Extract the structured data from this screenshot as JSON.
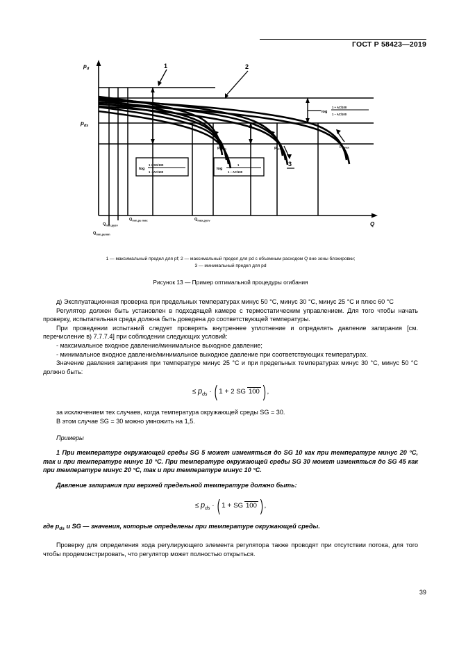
{
  "header": {
    "standard": "ГОСТ Р 58423—2019"
  },
  "figure": {
    "axis_y_top": "pd",
    "axis_y_mid": "pds",
    "axis_x": "Q",
    "callouts": [
      "1",
      "2",
      "3"
    ],
    "curve_labels": [
      "pumin",
      "pусv",
      "pumax"
    ],
    "formula_left": {
      "log": "log",
      "num": "1 + SG/100",
      "den": "1 – AC/100"
    },
    "formula_mid": {
      "log": "log",
      "num": "1",
      "den": "1 – AC/100"
    },
    "formula_right": {
      "log": "log",
      "num": "1 + AC/100",
      "den": "1 – AC/100"
    },
    "x_ticks": [
      "Qmin,pumin",
      "Qmin,pusv",
      "Qmin,pumax",
      "Qmax,pusv"
    ],
    "notes_line1": "1 — максимальный предел для pf; 2 — максимальный предел для pd с объемным расходом Q вне зоны блокировки;",
    "notes_line2": "3 — минимальный предел для pd",
    "caption": "Рисунок 13 — Пример оптимальной процедуры огибания"
  },
  "body": {
    "para_d": "д) Эксплуатационная проверка при предельных температурах минус 50 °С, минус 30 °С, минус 25 °С и плюс 60 °С",
    "para_regulator": "Регулятор должен быть установлен в подходящей камере с термостатическим управлением. Для того чтобы начать проверку, испытательная среда должна быть доведена до соответствующей температуры.",
    "para_tests": "При проведении испытаний следует проверять внутреннее уплотнение и определять давление запирания [см. перечисление в) 7.7.7.4] при соблюдении следующих условий:",
    "bullet_1": "- максимальное входное давление/минимальное выходное давление;",
    "bullet_2": "- минимальное входное давление/минимальное выходное давление при соответствующих температурах.",
    "para_value": "Значение давления запирания при температуре минус 25 °С и при предельных температурах минус 30 °С, минус 50 °С должно быть:",
    "equation_1": {
      "lead": "≤",
      "p": "p",
      "psub": "ds",
      "dot": "·",
      "one_plus": "1 +",
      "num": "2 SG",
      "den": "100",
      "tail": ","
    },
    "para_except": "за исключением тех случаев, когда температура окружающей среды SG = 30.",
    "para_case": "В этом случае SG = 30 можно умножить на 1,5.",
    "examples_title": "Примеры",
    "example_1": "1 При температуре окружающей среды SG 5 может изменяться до SG 10 как при температуре минус 20 °С, так и при температуре минус 10 °С. При температуре окружающей среды SG 30 может изменяться до SG 45 как при температуре минус 20 °С, так и при температуре минус 10 °С.",
    "example_pressure": "Давление запирания при верхней предельной температуре должно быть:",
    "equation_2": {
      "lead": "≤",
      "p": "p",
      "psub": "ds",
      "dot": "·",
      "one_plus": "1 +",
      "num": "SG",
      "den": "100",
      "tail": ","
    },
    "gde_line": {
      "pre": "где ",
      "p": "p",
      "psub": "ds",
      "mid": " и SG — значения, которые определены при температуре окружающей среды."
    },
    "para_final": "Проверку для определения хода регулирующего элемента регулятора также проводят при отсутствии потока, для того чтобы продемонстрировать, что регулятор может полностью открыться."
  },
  "footer": {
    "page_number": "39"
  }
}
